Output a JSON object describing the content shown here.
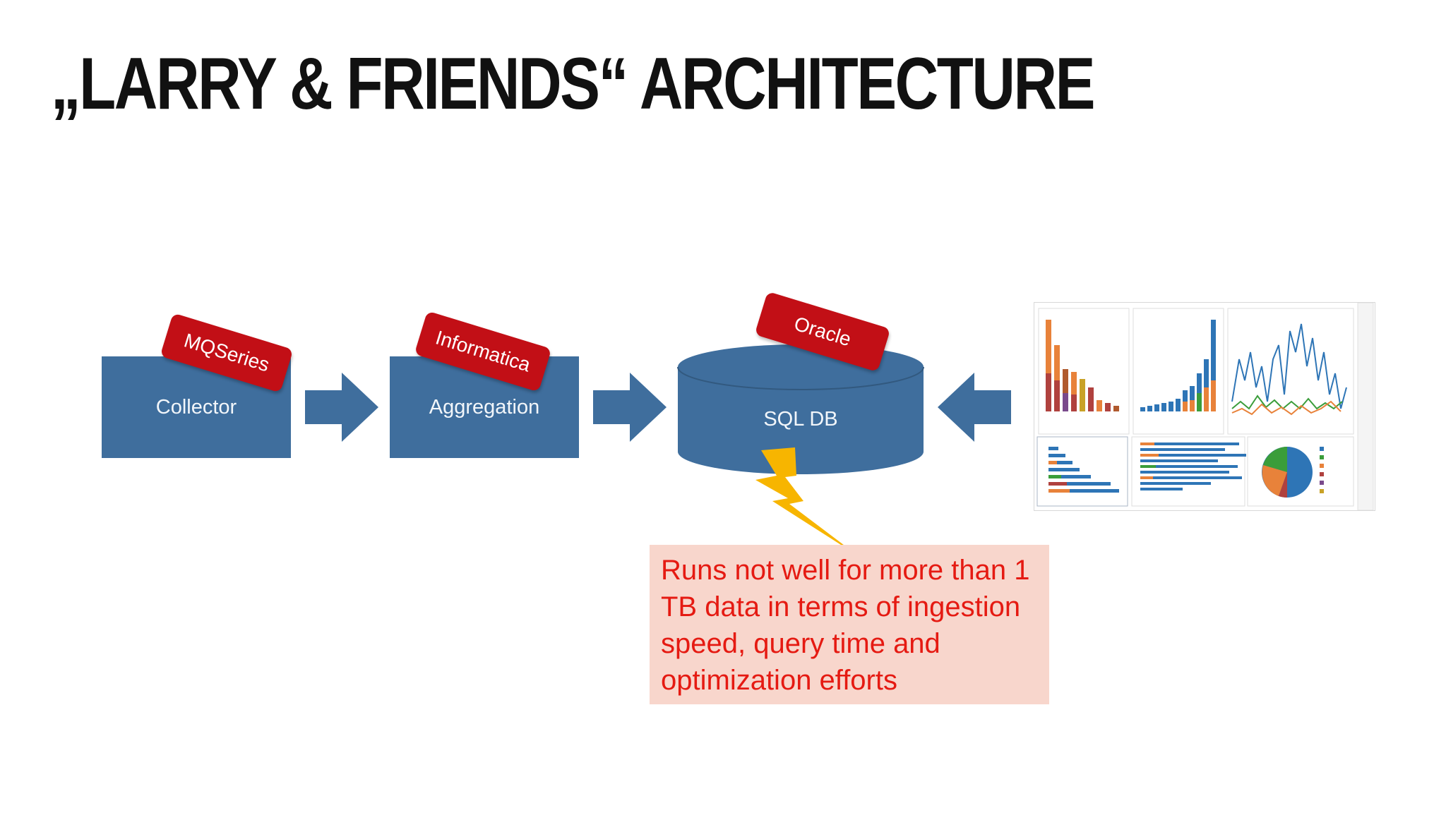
{
  "slide": {
    "title": "„LARRY & FRIENDS“ ARCHITECTURE"
  },
  "diagram": {
    "stages": [
      {
        "label": "Collector",
        "tag": "MQSeries"
      },
      {
        "label": "Aggregation",
        "tag": "Informatica"
      },
      {
        "label": "SQL DB",
        "tag": "Oracle"
      }
    ],
    "note": "Runs not well for more than 1 TB data in terms of ingestion speed, query time and optimization efforts",
    "colors": {
      "box": "#3f6e9d",
      "tag": "#c20f16",
      "bolt": "#f7b500",
      "note_bg": "#f8d6cc",
      "note_text": "#e51a12"
    },
    "icons": [
      "right-arrow-icon",
      "left-arrow-icon",
      "lightning-bolt-icon",
      "dashboard-screenshot"
    ]
  }
}
